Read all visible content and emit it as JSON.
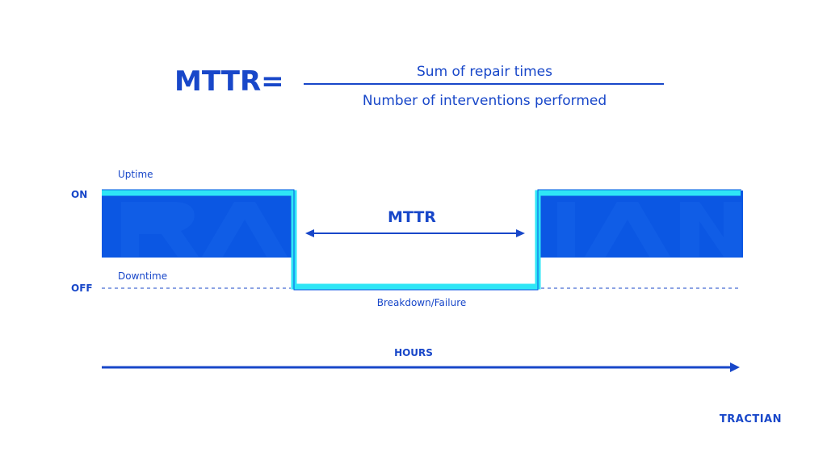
{
  "formula": {
    "lhs": "MTTR=",
    "numerator": "Sum of repair times",
    "denominator": "Number of interventions performed"
  },
  "diagram": {
    "on_label": "ON",
    "off_label": "OFF",
    "uptime_label": "Uptime",
    "downtime_label": "Downtime",
    "mttr_label": "MTTR",
    "failure_label": "Breakdown/Failure",
    "axis_label": "HOURS"
  },
  "brand": {
    "name": "TRACTIAN"
  },
  "colors": {
    "primary_blue": "#1847c9",
    "block_blue": "#0b57e3",
    "cyan_outline": "#2ee6f6",
    "text_dark": "#1b2a4a"
  }
}
